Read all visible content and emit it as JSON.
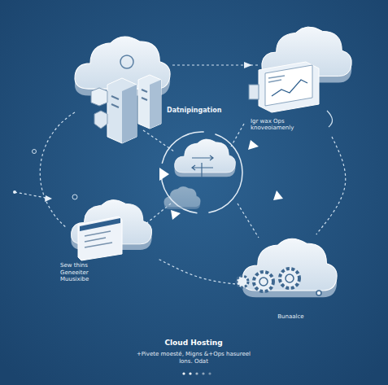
{
  "diagram": {
    "title": "Cloud Hosting",
    "caption": "+Pivete moesté, Migns &+Ops hasureel lons. Odat",
    "nodes": [
      {
        "text": [
          "Igr wax Ops knoveoiamenly"
        ]
      },
      {
        "text": [
          "Sew thins Geneeiter Muusixibe"
        ]
      },
      {
        "text": [
          "Bunaalce"
        ]
      }
    ],
    "edges": [
      {
        "from": 0,
        "to": 2,
        "arrow": "none"
      },
      {
        "from": 2,
        "to": 1,
        "arrow": "none"
      }
    ],
    "labels": [
      "Datnipingation"
    ]
  }
}
